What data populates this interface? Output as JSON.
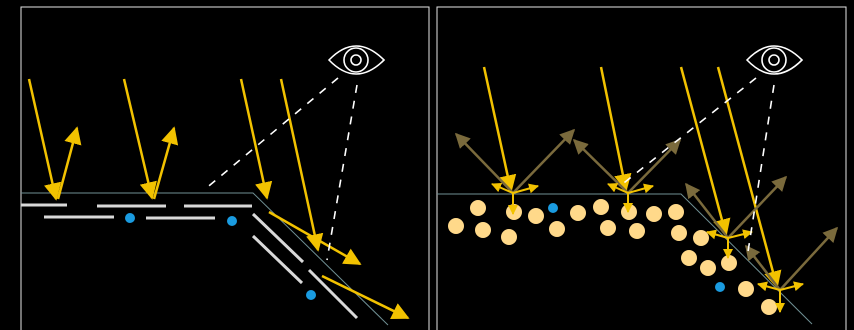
{
  "colors": {
    "background": "#000000",
    "frame": "#e6e6e6",
    "ray": "#f2c200",
    "scattered_ray": "#7a6a3c",
    "surface": "#6f8f93",
    "flake": "#d9d9d9",
    "particle": "#ffd98a",
    "pigment_dot": "#1a9be0",
    "sight_line": "#ffffff"
  },
  "icons": {
    "observer": "eye-icon"
  },
  "panels": [
    {
      "id": "left",
      "name": "specular-reflection-panel",
      "scatter": "specular"
    },
    {
      "id": "right",
      "name": "diffuse-scattering-panel",
      "scatter": "diffuse"
    }
  ]
}
